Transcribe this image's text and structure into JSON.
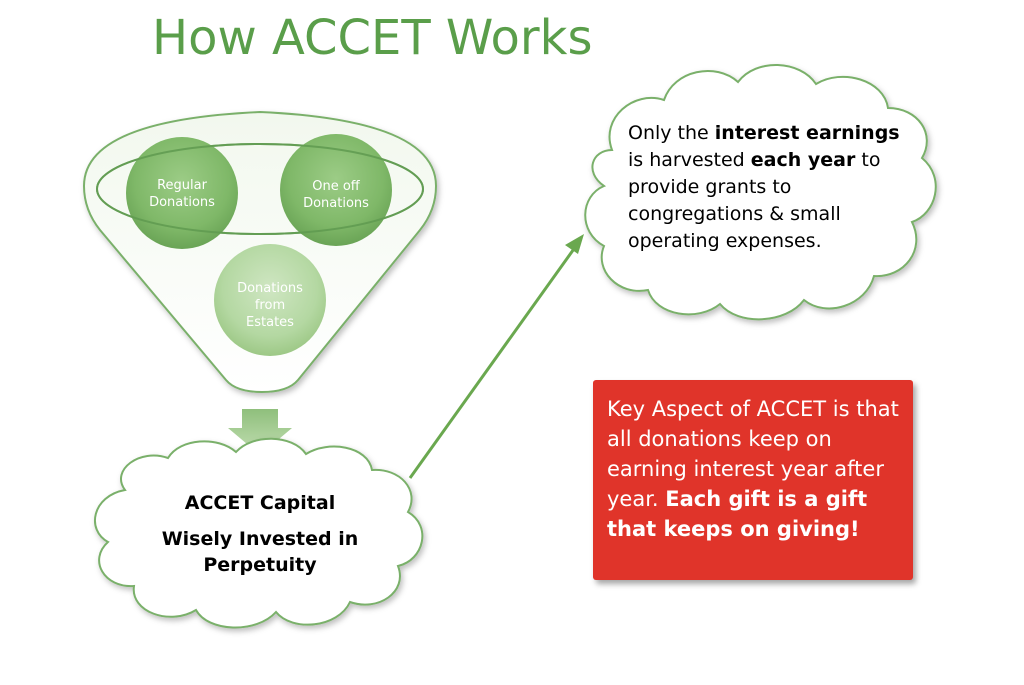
{
  "title": "How ACCET Works",
  "funnel": {
    "circles": [
      {
        "label_line1": "Regular",
        "label_line2": "Donations"
      },
      {
        "label_line1": "One off",
        "label_line2": "Donations"
      },
      {
        "label_line1": "Donations",
        "label_line2": "from",
        "label_line3": "Estates"
      }
    ]
  },
  "capital_cloud": {
    "line1": "ACCET Capital",
    "line2a": "Wisely Invested in",
    "line2b": "Perpetuity"
  },
  "interest_cloud": {
    "part1": "Only the ",
    "bold1": "interest earnings",
    "part2": " is harvested ",
    "bold2": "each year",
    "part3": " to provide grants to congregations & small operating expenses."
  },
  "key_aspect": {
    "text": "Key Aspect of ACCET is that all donations keep on earning interest year after year. ",
    "bold": "Each gift is a gift that keeps on giving!"
  },
  "colors": {
    "title": "#5a9e4a",
    "funnel_outline": "#7ab06a",
    "circle_fill": "#8fc07a",
    "arrow": "#6aa84f",
    "key_box": "#e0342a"
  }
}
